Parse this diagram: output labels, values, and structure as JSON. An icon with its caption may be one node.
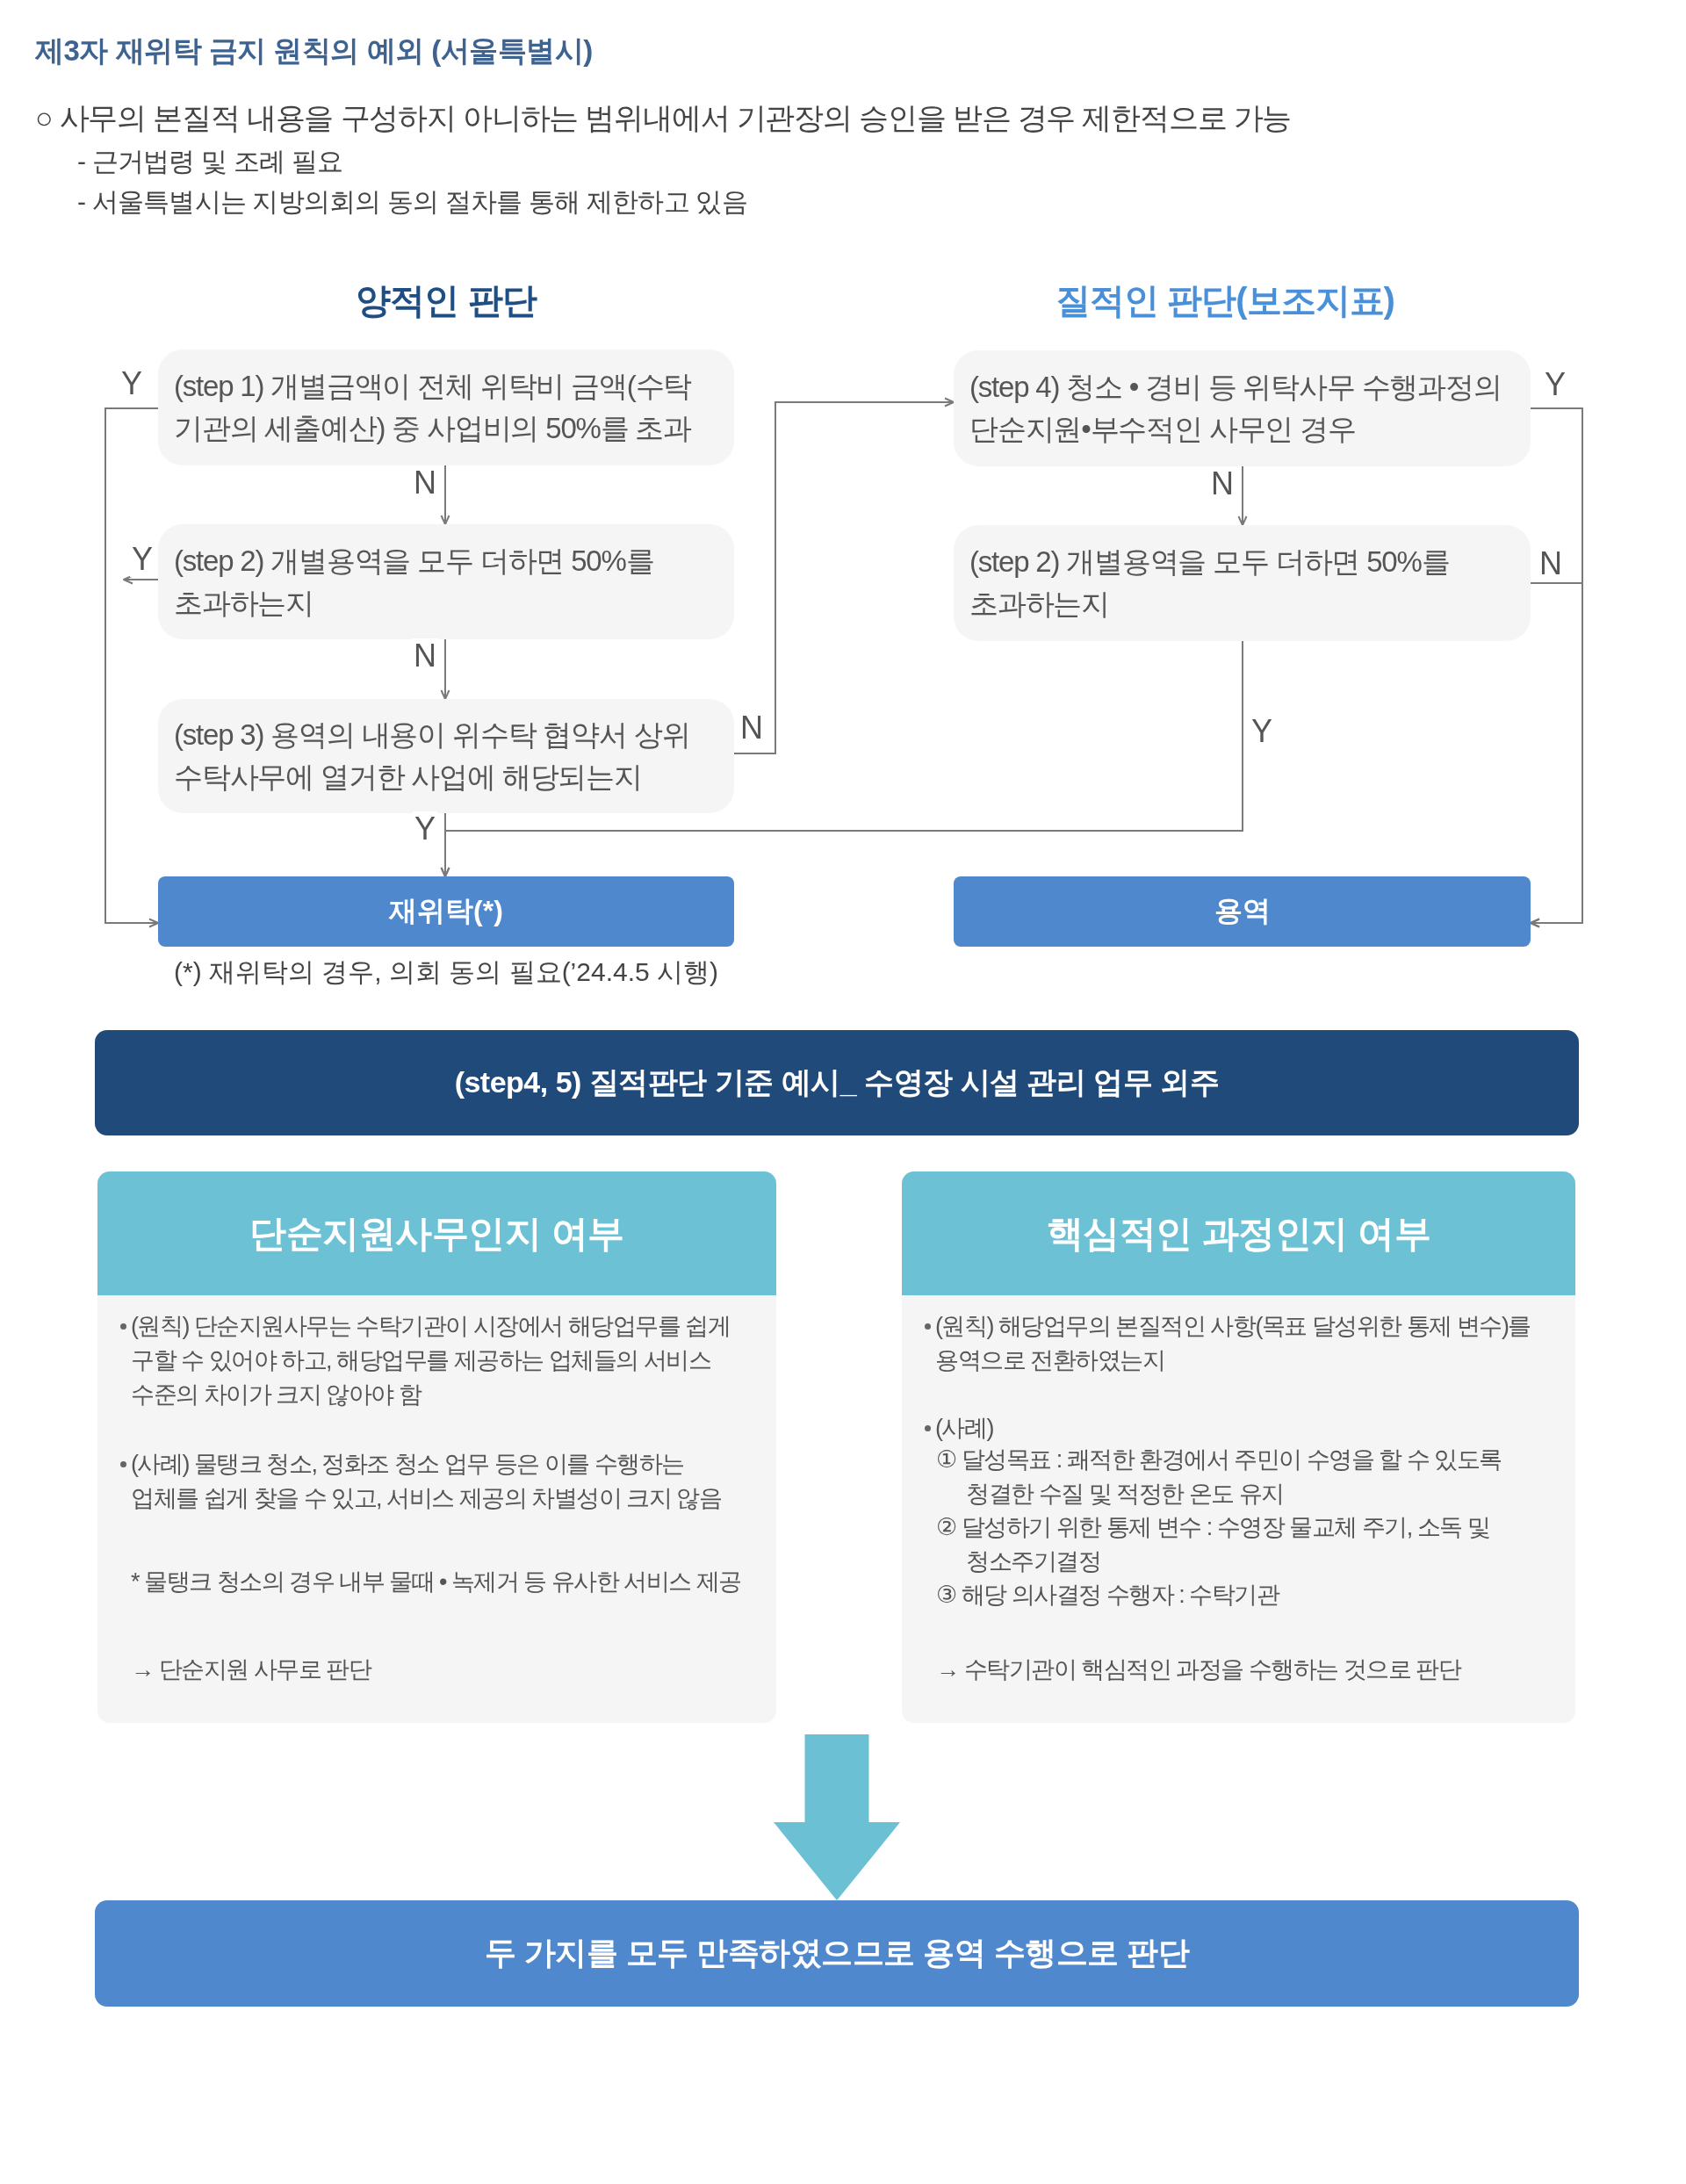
{
  "diagram": {
    "title": "제3자 재위탁 금지 원칙의 예외 (서울특별시)",
    "nodes": [
      {
        "text": [
          "(step 1) 개별금액이 전체 위탁비 금액(수탁기관의 세출예산) 중 사업비의 50%를 초과"
        ]
      },
      {
        "text": [
          "(step 2) 개별용역을 모두 더하면 50%를 초과하는지"
        ]
      },
      {
        "text": [
          "(step 3) 용역의 내용이 위수탁 협약서 상위 수탁사무에 열거한 사업에 해당되는지"
        ]
      },
      {
        "text": [
          "재위탁(*)"
        ],
        "beside": [
          "(*) 재위탁의 경우, 의회 동의 필요(’24.4.5 시행)"
        ]
      },
      {
        "text": [
          "(step 4) 청소 • 경비 등 위탁사무 수행과정의 단순지원•부수적인 사무인 경우"
        ]
      },
      {
        "text": [
          "(step 2) 개별용역을 모두 더하면 50%를 초과하는지"
        ]
      },
      {
        "text": [
          "용역"
        ]
      },
      {
        "text": [
          "(step4, 5) 질적판단 기준 예시_ 수영장 시설 관리 업무 외주"
        ]
      },
      {
        "text": [
          "단순지원사무인지 여부",
          "(원칙) 단순지원사무는 수탁기관이 시장에서 해당업무를 쉽게 구할 수 있어야 하고, 해당업무를 제공하는 업체들의 서비스 수준의 차이가 크지 않아야 함",
          "(사례) 물탱크 청소, 정화조 청소 업무 등은 이를 수행하는 업체를 쉽게 찾을 수 있고, 서비스 제공의 차별성이 크지 않음",
          "* 물탱크 청소의 경우 내부 물때 • 녹제거 등 유사한 서비스 제공",
          "→ 단순지원 사무로 판단"
        ]
      },
      {
        "text": [
          "핵심적인 과정인지 여부",
          "(원칙) 해당업무의 본질적인 사항(목표 달성위한 통제 변수)를 용역으로 전환하였는지",
          "(사례)",
          "① 달성목표 : 쾌적한 환경에서 주민이 수영을 할 수 있도록 청결한 수질 및 적정한 온도 유지",
          "② 달성하기 위한 통제 변수 : 수영장 물교체 주기, 소독 및 청소주기결정",
          "③ 해당 의사결정 수행자 : 수탁기관",
          "→ 수탁기관이 핵심적인 과정을 수행하는 것으로 판단"
        ]
      },
      {
        "text": [
          "두 가지를 모두 만족하였으므로 용역 수행으로 판단"
        ]
      }
    ],
    "edges": [
      {
        "from": 0,
        "to": 3,
        "arrow": "to",
        "label": "Y"
      },
      {
        "from": 0,
        "to": 1,
        "arrow": "to",
        "label": "N"
      },
      {
        "from": 1,
        "to": null,
        "arrow": "to",
        "label": "Y"
      },
      {
        "from": 1,
        "to": 2,
        "arrow": "to",
        "label": "N"
      },
      {
        "from": 2,
        "to": 4,
        "arrow": "to",
        "label": "N"
      },
      {
        "from": 2,
        "to": 3,
        "arrow": "to",
        "label": "Y"
      },
      {
        "from": 4,
        "to": 6,
        "arrow": "to",
        "label": "Y"
      },
      {
        "from": 4,
        "to": 5,
        "arrow": "to",
        "label": "N"
      },
      {
        "from": 5,
        "to": 3,
        "arrow": "to",
        "label": "Y"
      },
      {
        "from": 5,
        "to": 6,
        "arrow": "to",
        "label": "N"
      },
      {
        "from": null,
        "to": 10,
        "arrow": "to",
        "style": "thick",
        "color": "#6bc1d3"
      }
    ],
    "labels": [
      "○ 사무의 본질적 내용을 구성하지 아니하는 범위내에서 기관장의 승인을 받은 경우 제한적으로 가능",
      "- 근거법령 및 조례 필요",
      "- 서울특별시는 지방의회의 동의 절차를 통해 제한하고 있음",
      "양적인 판단",
      "질적인 판단(보조지표)"
    ]
  }
}
